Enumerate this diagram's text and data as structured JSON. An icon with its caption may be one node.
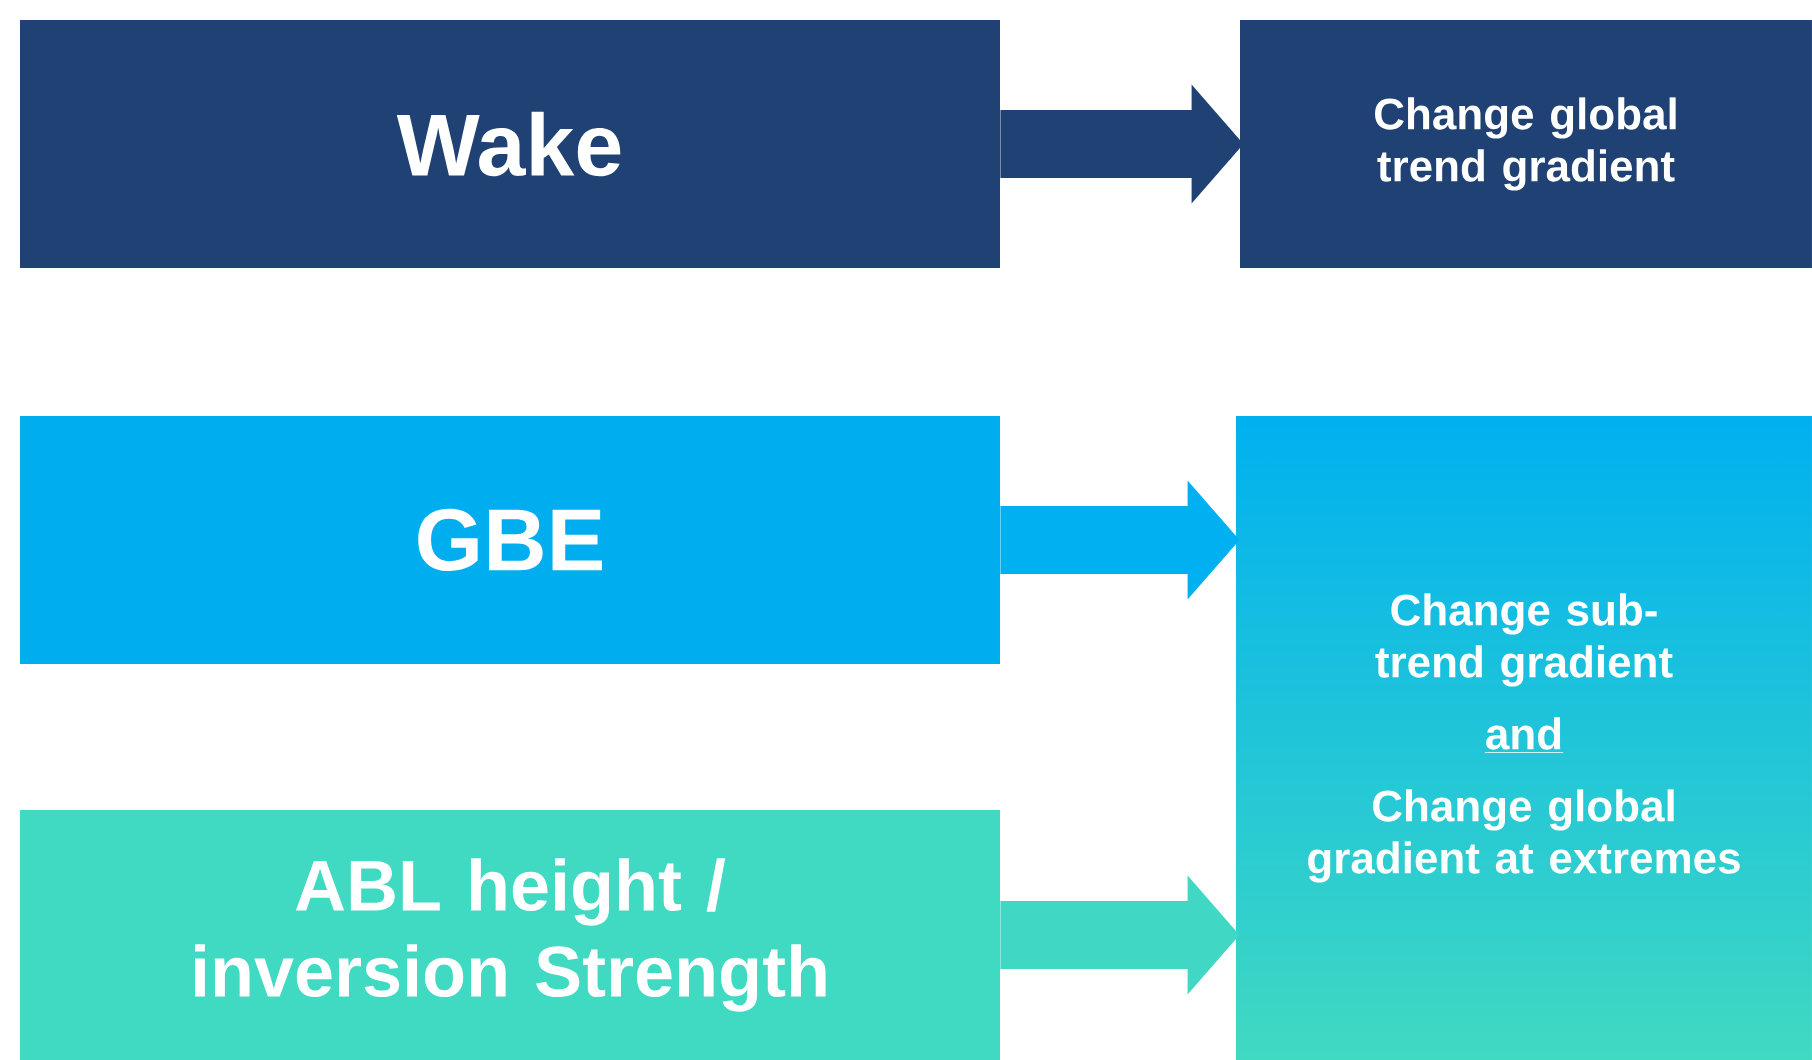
{
  "diagram": {
    "nodes": [
      {
        "text": [
          "Wake"
        ]
      },
      {
        "text": [
          "Change global trend gradient"
        ]
      },
      {
        "text": [
          "GBE"
        ]
      },
      {
        "text": [
          "ABL height / inversion Strength"
        ]
      },
      {
        "text": [
          "Change sub-trend gradient",
          "and",
          "Change global gradient at extremes"
        ]
      }
    ],
    "edges": [
      {
        "from": 0,
        "to": 1,
        "arrow": "to",
        "color": "#1f4173"
      },
      {
        "from": 2,
        "to": 4,
        "arrow": "to",
        "color": "#00b0f0"
      },
      {
        "from": 3,
        "to": 4,
        "arrow": "to",
        "color": "#40d8c4"
      }
    ]
  }
}
